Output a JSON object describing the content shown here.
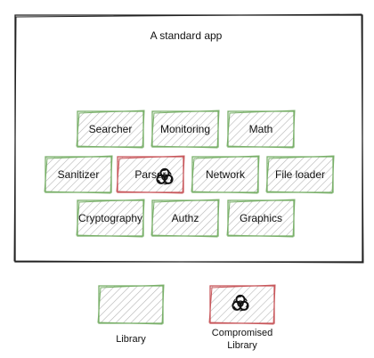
{
  "diagram": {
    "title": "A standard app",
    "libraries": [
      {
        "label": "Searcher",
        "compromised": false
      },
      {
        "label": "Monitoring",
        "compromised": false
      },
      {
        "label": "Math",
        "compromised": false
      },
      {
        "label": "Sanitizer",
        "compromised": false
      },
      {
        "label": "Parser",
        "compromised": true
      },
      {
        "label": "Network",
        "compromised": false
      },
      {
        "label": "File loader",
        "compromised": false
      },
      {
        "label": "Cryptography",
        "compromised": false
      },
      {
        "label": "Authz",
        "compromised": false
      },
      {
        "label": "Graphics",
        "compromised": false
      }
    ]
  },
  "legend": {
    "library_label": "Library",
    "compromised_label_line1": "Compromised",
    "compromised_label_line2": "Library"
  },
  "colors": {
    "normal_stroke": "#7ab06a",
    "compromised_stroke": "#c8585c",
    "hatch": "#b7b7b7",
    "frame": "#222222"
  },
  "icons": {
    "compromised": "biohazard-icon"
  }
}
